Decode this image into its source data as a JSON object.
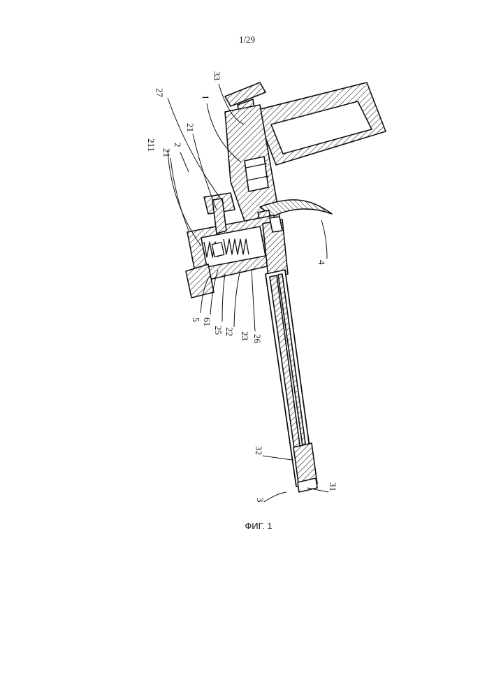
{
  "page_number": "1/29",
  "figure_caption": "ФИГ. 1",
  "labels": {
    "l33": "33",
    "l1": "1",
    "l27": "27",
    "l21a": "21",
    "l2": "2",
    "l21b": "21",
    "l211": "211",
    "l4": "4",
    "l5": "5",
    "l61": "61",
    "l25": "25",
    "l22": "22",
    "l23": "23",
    "l26": "26",
    "l32": "32",
    "l31": "31",
    "l3": "3"
  }
}
